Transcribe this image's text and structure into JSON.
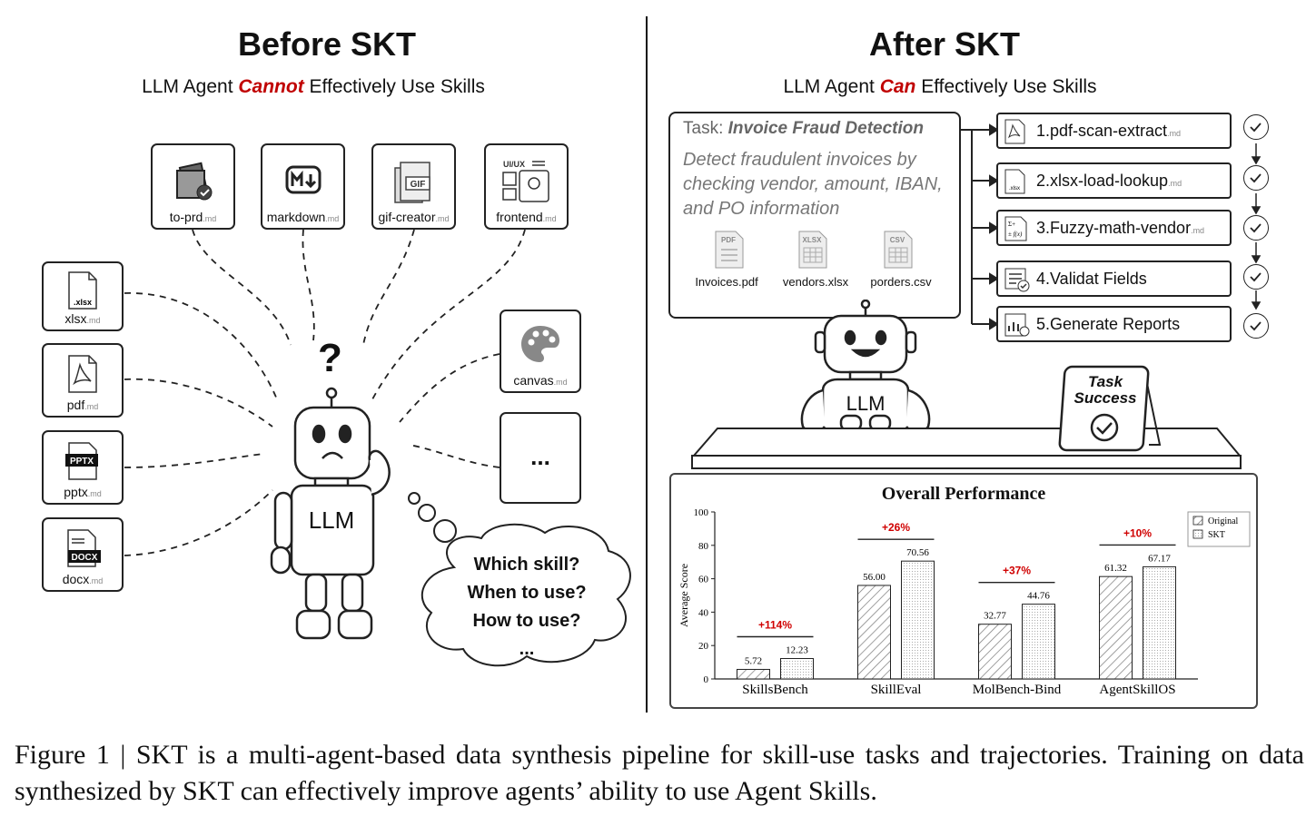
{
  "left": {
    "title": "Before SKT",
    "subtitle_pre": "LLM Agent ",
    "subtitle_em": "Cannot",
    "subtitle_post": " Effectively Use Skills",
    "top_skills": [
      {
        "name": "to-prd",
        "ext": ".md"
      },
      {
        "name": "markdown",
        "ext": ".md"
      },
      {
        "name": "gif-creator",
        "ext": ".md"
      },
      {
        "name": "frontend",
        "ext": ".md"
      }
    ],
    "left_skills": [
      {
        "name": "xlsx",
        "ext": ".md",
        "icon_text": ".xlsx"
      },
      {
        "name": "pdf",
        "ext": ".md"
      },
      {
        "name": "pptx",
        "ext": ".md",
        "icon_text": "PPTX"
      },
      {
        "name": "docx",
        "ext": ".md",
        "icon_text": "DOCX"
      }
    ],
    "right_skills": [
      {
        "name": "canvas",
        "ext": ".md"
      },
      {
        "name": "...",
        "ext": ""
      }
    ],
    "frontend_icon_text": "UI/UX",
    "gif_icon_text": "GIF",
    "robot_label": "LLM",
    "question_mark": "?",
    "thought": [
      "Which skill?",
      "When to use?",
      "How to use?",
      "..."
    ]
  },
  "right": {
    "title": "After SKT",
    "subtitle_pre": "LLM Agent ",
    "subtitle_em": "Can",
    "subtitle_post": " Effectively Use Skills",
    "task_prefix": "Task: ",
    "task_name": "Invoice Fraud Detection",
    "task_desc": "Detect fraudulent invoices by checking vendor, amount, IBAN, and PO information",
    "files": [
      {
        "name": "Invoices.pdf",
        "tag": "PDF"
      },
      {
        "name": "vendors.xlsx",
        "tag": "XLSX"
      },
      {
        "name": "porders.csv",
        "tag": "CSV"
      }
    ],
    "steps": [
      {
        "label": "1.pdf-scan-extract",
        "ext": ".md"
      },
      {
        "label": "2.xlsx-load-lookup",
        "ext": ".md"
      },
      {
        "label": "3.Fuzzy-math-vendor",
        "ext": ".md"
      },
      {
        "label": "4.Validat Fields",
        "ext": ""
      },
      {
        "label": "5.Generate Reports",
        "ext": ""
      }
    ],
    "xlsx_icon_text": ".xlsx",
    "robot_label": "LLM",
    "success_line1": "Task",
    "success_line2": "Success"
  },
  "chart_data": {
    "type": "bar",
    "title": "Overall Performance",
    "ylabel": "Average Score",
    "ylim": [
      0,
      100
    ],
    "yticks": [
      0,
      20,
      40,
      60,
      80,
      100
    ],
    "categories": [
      "SkillsBench",
      "SkillEval",
      "MolBench-Bind",
      "AgentSkillOS"
    ],
    "series": [
      {
        "name": "Original",
        "values": [
          5.72,
          56.0,
          32.77,
          61.32
        ],
        "labels": [
          "5.72",
          "56.00",
          "32.77",
          "61.32"
        ]
      },
      {
        "name": "SKT",
        "values": [
          12.23,
          70.56,
          44.76,
          67.17
        ],
        "labels": [
          "12.23",
          "70.56",
          "44.76",
          "67.17"
        ]
      }
    ],
    "improvements": [
      "+114%",
      "+26%",
      "+37%",
      "+10%"
    ],
    "improvement_color": "#d00000",
    "legend_position": "top-right",
    "grid": false
  },
  "caption": "Figure 1 | SKT is a multi-agent-based data synthesis pipeline for skill-use tasks and trajectories. Training on data synthesized by SKT can effectively improve agents’ ability to use Agent Skills.",
  "colors": {
    "accent": "#c00000",
    "ink": "#222222"
  }
}
